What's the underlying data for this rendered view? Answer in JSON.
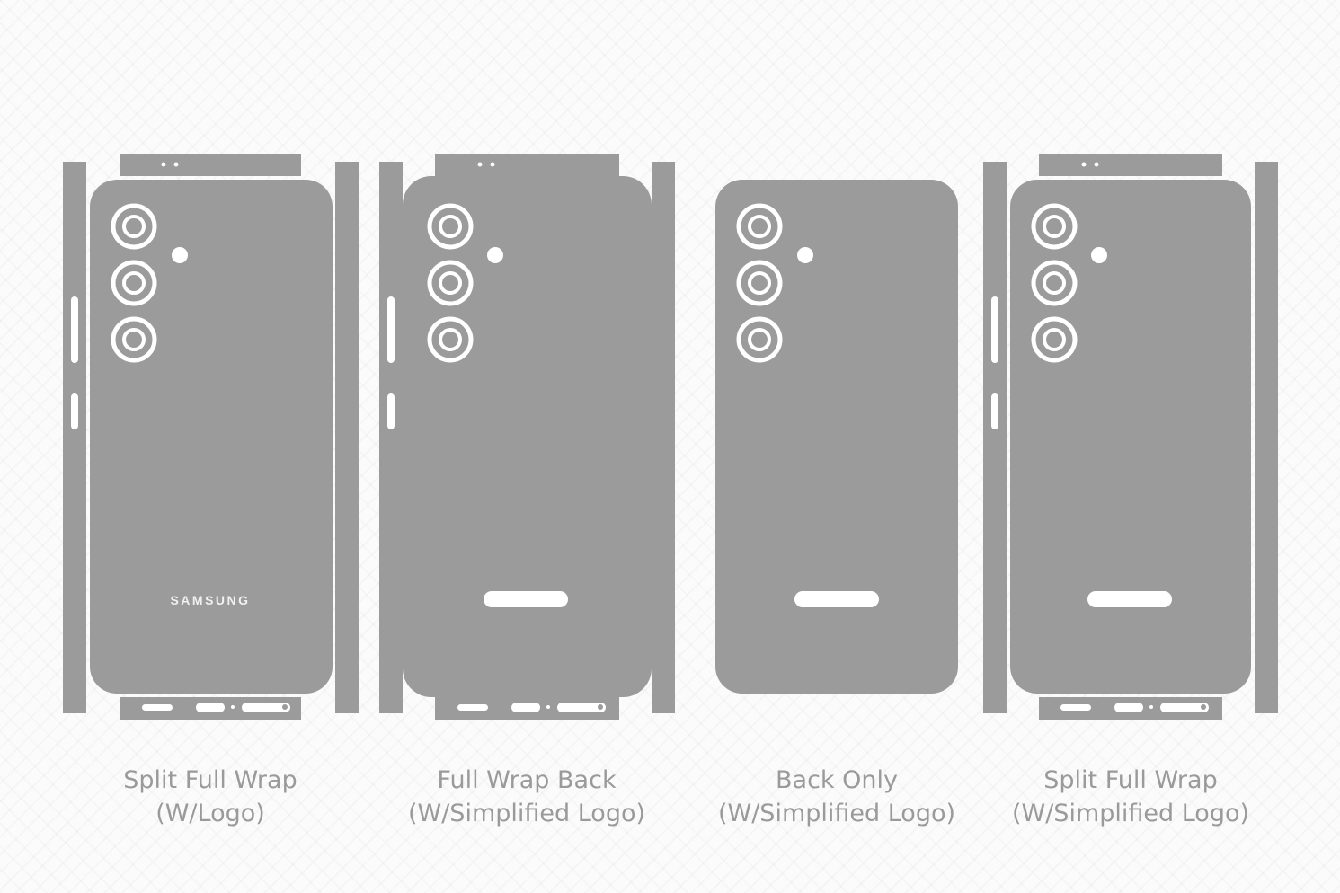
{
  "colors": {
    "template": "#9b9b9b",
    "cutout": "#ffffff",
    "caption": "#9a9a9a",
    "background": "#fbfbfb"
  },
  "panels": [
    {
      "title": "Split Full Wrap",
      "subtitle": "(W/Logo)",
      "logo_text": "SAMSUNG"
    },
    {
      "title": "Full Wrap Back",
      "subtitle": "(W/Simplified Logo)",
      "logo_text": ""
    },
    {
      "title": "Back Only",
      "subtitle": "(W/Simplified Logo)",
      "logo_text": ""
    },
    {
      "title": "Split Full Wrap",
      "subtitle": "(W/Simplified Logo)",
      "logo_text": ""
    }
  ]
}
